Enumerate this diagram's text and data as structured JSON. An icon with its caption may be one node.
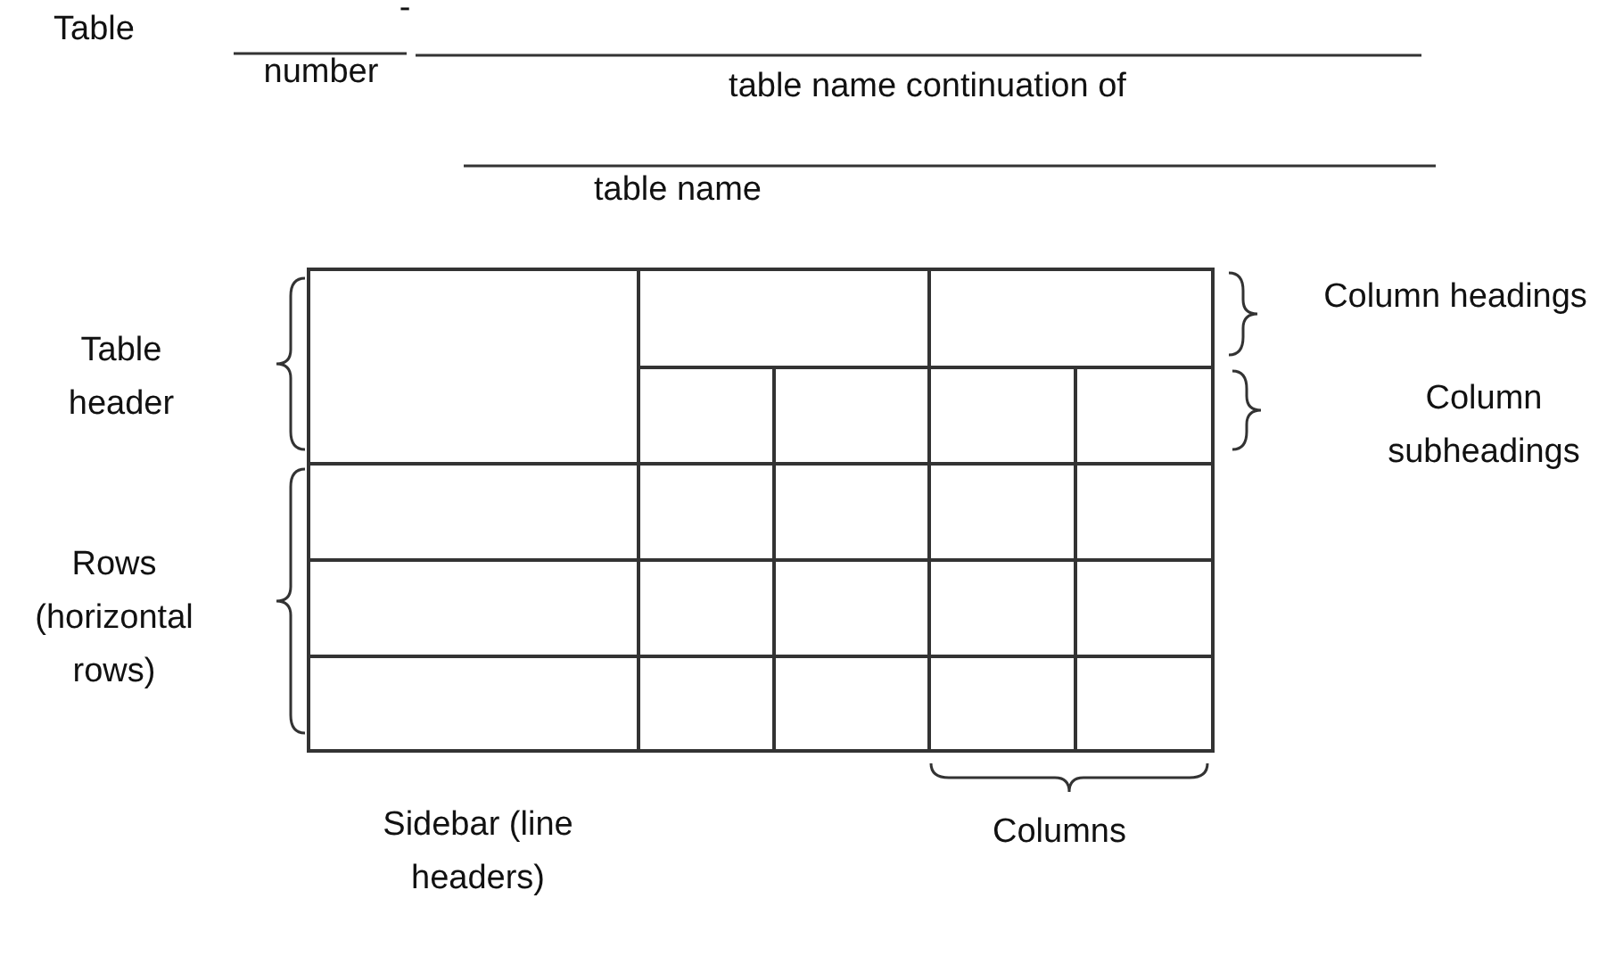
{
  "diagram": {
    "labels": [
      "Table",
      "-",
      "number",
      "table name continuation of",
      "table name",
      "Table header",
      "Column headings",
      "Column subheadings",
      "Rows (horizontal rows)",
      "Sidebar (line headers)",
      "Columns"
    ]
  }
}
